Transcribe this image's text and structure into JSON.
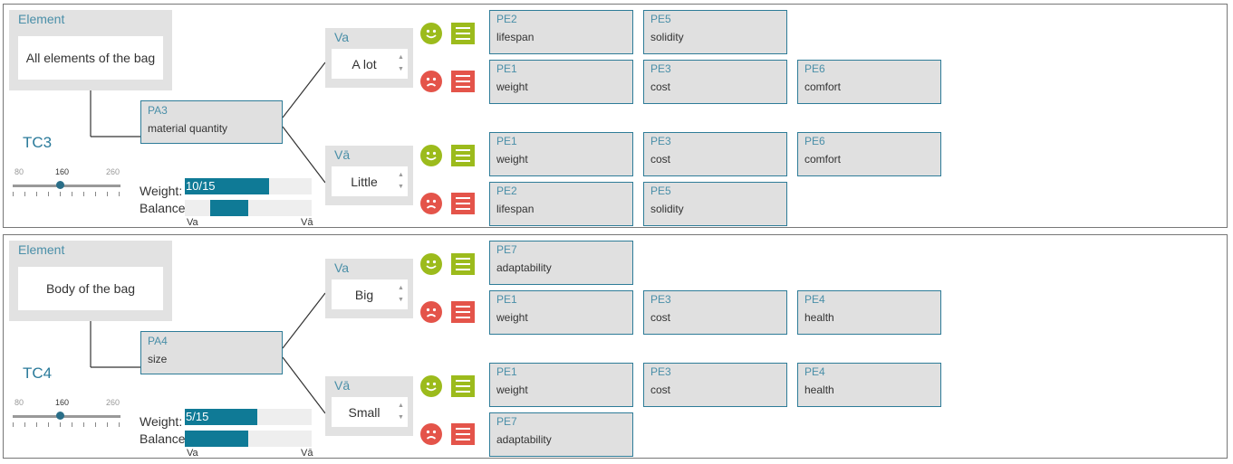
{
  "panels": [
    {
      "element_title": "Element",
      "element_value": "All elements of the bag",
      "pa": {
        "id": "PA3",
        "name": "material quantity"
      },
      "tc": "TC3",
      "slider": {
        "min_label": "80",
        "mid_label": "160",
        "max_label": "260",
        "value": 160
      },
      "weight": {
        "label": "Weight:",
        "text": "10/15",
        "fraction": 0.6667
      },
      "balance": {
        "label": "Balance",
        "start": 0.2,
        "end": 0.5,
        "left_label": "Va",
        "right_label": "Vā"
      },
      "branches": [
        {
          "title": "Va",
          "value": "A lot",
          "pe_rows": [
            [
              {
                "id": "PE2",
                "name": "lifespan"
              },
              {
                "id": "PE5",
                "name": "solidity"
              }
            ],
            [
              {
                "id": "PE1",
                "name": "weight"
              },
              {
                "id": "PE3",
                "name": "cost"
              },
              {
                "id": "PE6",
                "name": "comfort"
              }
            ]
          ]
        },
        {
          "title": "Vā",
          "value": "Little",
          "pe_rows": [
            [
              {
                "id": "PE1",
                "name": "weight"
              },
              {
                "id": "PE3",
                "name": "cost"
              },
              {
                "id": "PE6",
                "name": "comfort"
              }
            ],
            [
              {
                "id": "PE2",
                "name": "lifespan"
              },
              {
                "id": "PE5",
                "name": "solidity"
              }
            ]
          ]
        }
      ]
    },
    {
      "element_title": "Element",
      "element_value": "Body of the bag",
      "pa": {
        "id": "PA4",
        "name": "size"
      },
      "tc": "TC4",
      "slider": {
        "min_label": "80",
        "mid_label": "160",
        "max_label": "260",
        "value": 160
      },
      "weight": {
        "label": "Weight:",
        "text": "5/15",
        "fraction": 0.5714
      },
      "balance": {
        "label": "Balance",
        "start": 0.0,
        "end": 0.5,
        "left_label": "Va",
        "right_label": "Vā"
      },
      "branches": [
        {
          "title": "Va",
          "value": "Big",
          "pe_rows": [
            [
              {
                "id": "PE7",
                "name": "adaptability"
              }
            ],
            [
              {
                "id": "PE1",
                "name": "weight"
              },
              {
                "id": "PE3",
                "name": "cost"
              },
              {
                "id": "PE4",
                "name": "health"
              }
            ]
          ]
        },
        {
          "title": "Vā",
          "value": "Small",
          "pe_rows": [
            [
              {
                "id": "PE1",
                "name": "weight"
              },
              {
                "id": "PE3",
                "name": "cost"
              },
              {
                "id": "PE4",
                "name": "health"
              }
            ],
            [
              {
                "id": "PE7",
                "name": "adaptability"
              }
            ]
          ]
        }
      ]
    }
  ],
  "icons": {
    "positive": "smiley-face-icon",
    "negative": "sad-face-icon",
    "list": "list-icon",
    "spinner_up": "chevron-up-icon",
    "spinner_down": "chevron-down-icon"
  },
  "colors": {
    "accent": "#0f7a96",
    "positive": "#9cbb1c",
    "negative": "#e4544a"
  }
}
